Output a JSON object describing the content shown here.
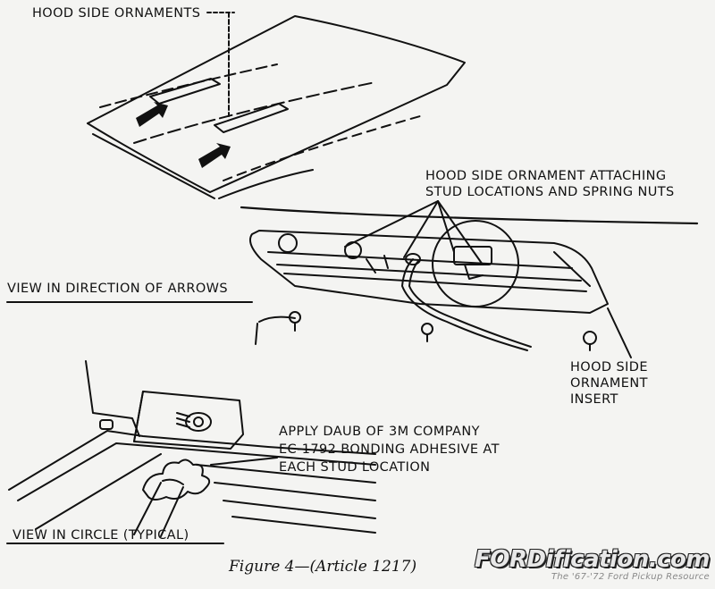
{
  "labels": {
    "hood_side_ornaments": "HOOD SIDE ORNAMENTS",
    "stud_locations_line1": "HOOD SIDE ORNAMENT ATTACHING",
    "stud_locations_line2": "STUD LOCATIONS AND SPRING NUTS",
    "view_direction": "VIEW IN DIRECTION OF ARROWS",
    "insert_line1": "HOOD SIDE",
    "insert_line2": "ORNAMENT",
    "insert_line3": "INSERT",
    "adhesive_line1": "APPLY DAUB OF 3M COMPANY",
    "adhesive_line2": "EC-1792 BONDING ADHESIVE AT",
    "adhesive_line3": "EACH STUD LOCATION",
    "view_circle": "VIEW IN CIRCLE (TYPICAL)"
  },
  "caption": "Figure 4—(Article 1217)",
  "watermark": {
    "name": "FORDification.com",
    "tagline": "The '67-'72 Ford Pickup Resource"
  }
}
